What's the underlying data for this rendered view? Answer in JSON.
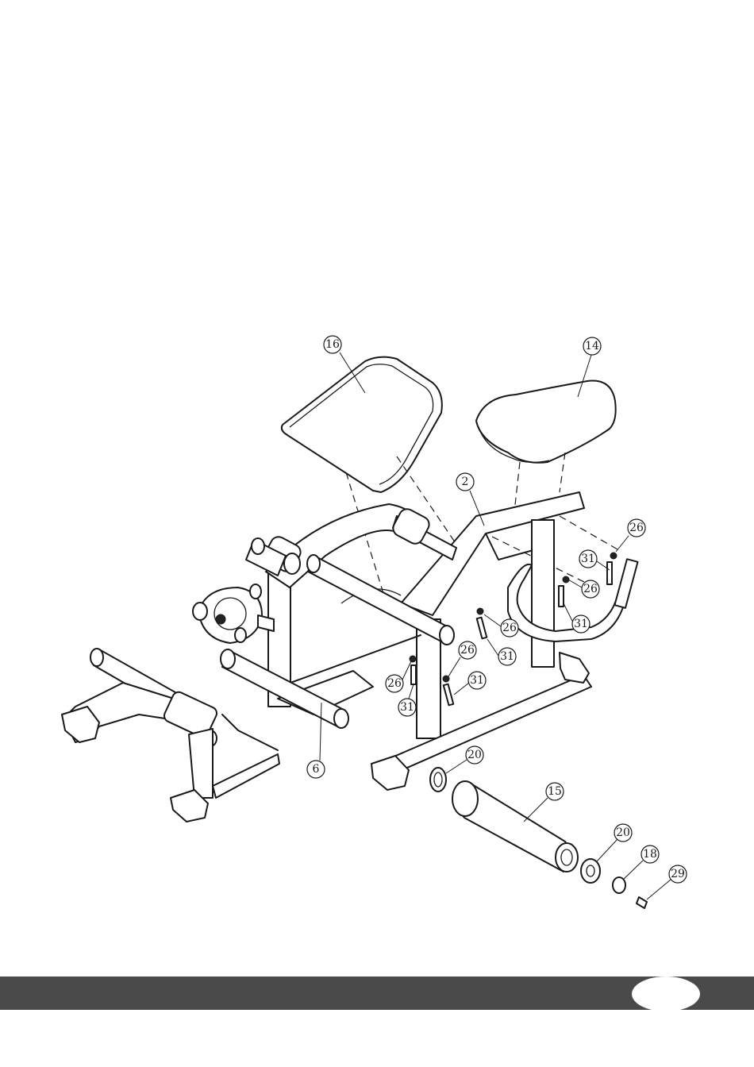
{
  "document": {
    "type": "assembly-diagram",
    "callouts": [
      {
        "id": "c16",
        "label": "16"
      },
      {
        "id": "c14",
        "label": "14"
      },
      {
        "id": "c2",
        "label": "2"
      },
      {
        "id": "c26a",
        "label": "26"
      },
      {
        "id": "c31a",
        "label": "31"
      },
      {
        "id": "c26b",
        "label": "26"
      },
      {
        "id": "c31b",
        "label": "31"
      },
      {
        "id": "c26c",
        "label": "26"
      },
      {
        "id": "c31c",
        "label": "31"
      },
      {
        "id": "c26d",
        "label": "26"
      },
      {
        "id": "c31d",
        "label": "31"
      },
      {
        "id": "c26e",
        "label": "26"
      },
      {
        "id": "c31e",
        "label": "31"
      },
      {
        "id": "c20a",
        "label": "20"
      },
      {
        "id": "c15",
        "label": "15"
      },
      {
        "id": "c20b",
        "label": "20"
      },
      {
        "id": "c18",
        "label": "18"
      },
      {
        "id": "c29",
        "label": "29"
      },
      {
        "id": "c6",
        "label": "6"
      }
    ]
  },
  "footer": {
    "bar_color": "#4a4a4a",
    "page_number": ""
  }
}
